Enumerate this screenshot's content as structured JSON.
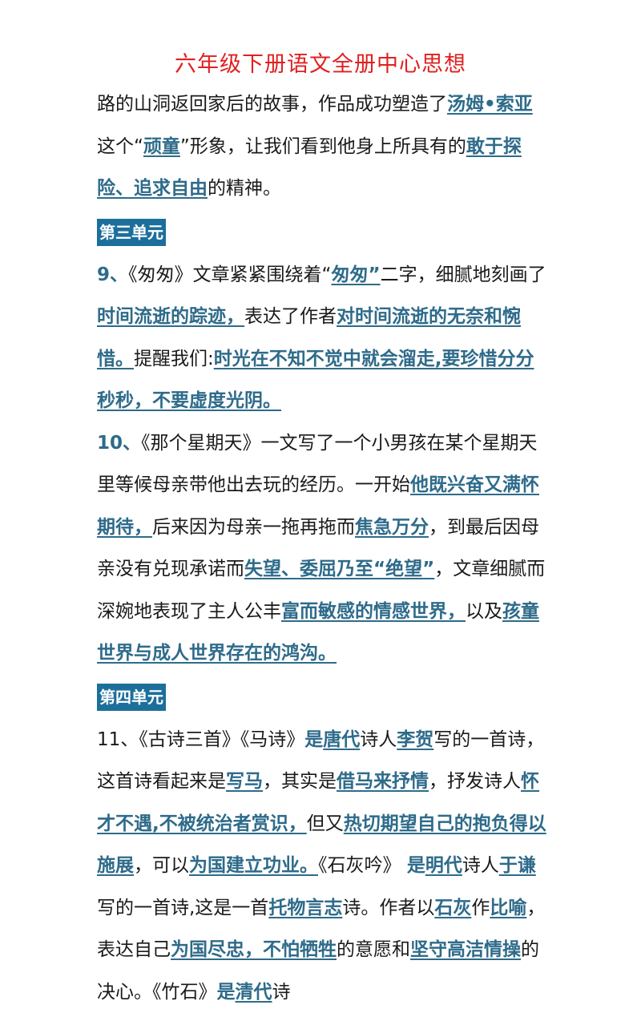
{
  "title": "六年级下册语文全册中心思想",
  "p1": [
    "路的山洞返回家后的故事，作品成功塑造了",
    "汤姆•索亚",
    "这个“",
    "顽童",
    "”形象，让我们看到他身上所具有的",
    "敢于探险、追求自由",
    "的精神。"
  ],
  "section3": "第三单元",
  "p2": [
    "9、",
    "《匆匆》文章紧紧围绕着“",
    "匆匆”",
    "二字，细腻地刻画了",
    "时间流逝的踪迹，",
    "表达了作者",
    "对时间流逝的无奈和惋惜。",
    "提醒我们:",
    "时光在不知不觉中就会溜走,要珍惜分分秒秒，不要虚度光阴。"
  ],
  "p3": [
    "10、",
    "《那个星期天》一文写了一个小男孩在某个星期天里等候母亲带他出去玩的经历。一开始",
    "他既兴奋又满怀期待，",
    "后来因为母亲一拖再拖而",
    "焦急万分",
    "，到最后因母亲没有兑现承诺而",
    "失望、委屈乃至“绝望”",
    "，文章细腻而深婉地表现了主人公丰",
    "富而敏感的情感世界，",
    "以及",
    "孩童世界与成人世界存在的鸿沟。"
  ],
  "section4": "第四单元",
  "p4": [
    "11、《古诗三首》《马诗》",
    "是",
    "唐代",
    "诗人",
    "李贺",
    "写的一首诗，这首诗看起来是",
    "写马",
    "，其实是",
    "借马来抒情",
    "，抒发诗人",
    "怀才不遇,不被统治者赏识，",
    "但又",
    "热切期望自己的抱负得以施展",
    "，可以",
    "为国建立功业。",
    "《石灰吟》 ",
    "是",
    "明代",
    "诗人",
    "于谦",
    "写的一首诗,这是一首",
    "托物言志",
    "诗。作者以",
    "石灰",
    "作",
    "比喻",
    "，表达自己",
    "为国尽忠，不怕牺牲",
    "的意愿和",
    "坚守高洁情操",
    "的决心。《竹石》",
    "是",
    "清代",
    "诗"
  ]
}
